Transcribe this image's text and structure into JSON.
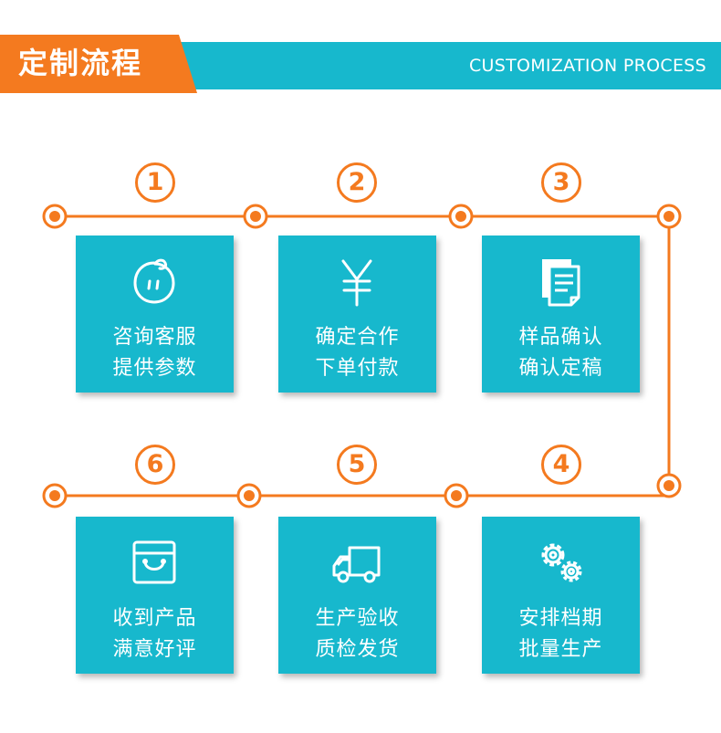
{
  "header": {
    "title": "定制流程",
    "subtitle": "CUSTOMIZATION PROCESS"
  },
  "colors": {
    "accent": "#f47a1f",
    "teal": "#17b8cd",
    "white": "#ffffff"
  },
  "steps": [
    {
      "number": "1",
      "line1": "咨询客服",
      "line2": "提供参数",
      "icon": "chat-face-icon"
    },
    {
      "number": "2",
      "line1": "确定合作",
      "line2": "下单付款",
      "icon": "yen-icon"
    },
    {
      "number": "3",
      "line1": "样品确认",
      "line2": "确认定稿",
      "icon": "document-icon"
    },
    {
      "number": "4",
      "line1": "安排档期",
      "line2": "批量生产",
      "icon": "gears-icon"
    },
    {
      "number": "5",
      "line1": "生产验收",
      "line2": "质检发货",
      "icon": "delivery-truck-icon"
    },
    {
      "number": "6",
      "line1": "收到产品",
      "line2": "满意好评",
      "icon": "shopping-bag-icon"
    }
  ]
}
